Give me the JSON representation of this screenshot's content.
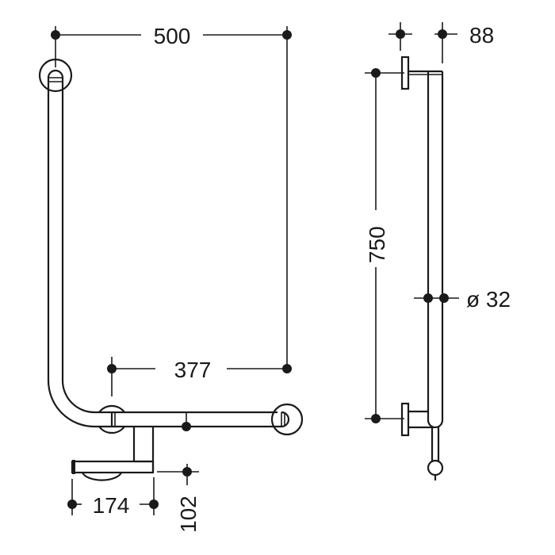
{
  "diagram": {
    "subject": "L-shaped grab bar with toilet roll holder",
    "views": [
      "front-view",
      "side-view"
    ],
    "dimensions": {
      "overall_width": "500",
      "horizontal_bar_length": "377",
      "roll_holder_length": "174",
      "roll_holder_drop": "102",
      "height": "750",
      "wall_projection": "88",
      "tube_diameter": "ø 32"
    },
    "colors": {
      "line": "#1a1a1a",
      "background": "#ffffff"
    }
  }
}
